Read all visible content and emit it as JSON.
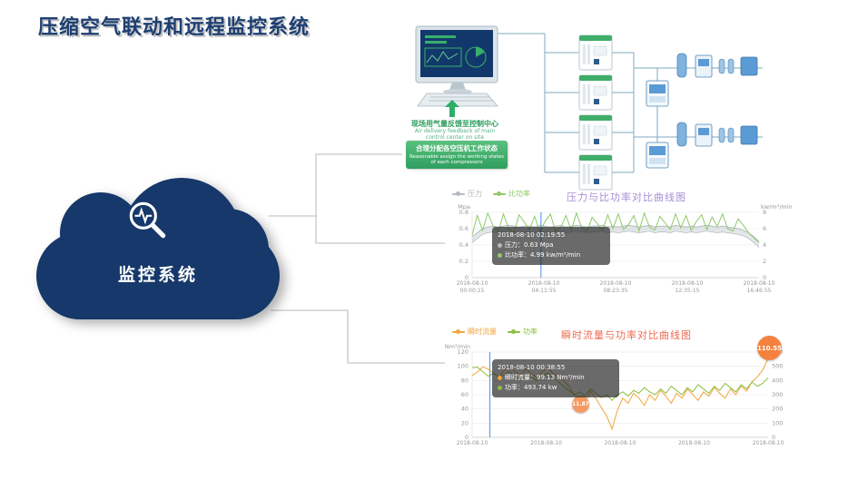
{
  "page": {
    "title": "压缩空气联动和远程监控系统"
  },
  "cloud": {
    "label": "监控系统",
    "color": "#16386a",
    "icon": "magnifier-pulse-icon"
  },
  "diagram": {
    "feedback_cn": "现场用气量反馈至控制中心",
    "feedback_en": "Air delivery feedback of main control center on site",
    "assign_cn": "合理分配各空压机工作状态",
    "assign_en": "Reasonable assign the working states of each compressors"
  },
  "chart_data": [
    {
      "type": "line",
      "title": "压力与比功率对比曲线图",
      "title_color": "#a58fd6",
      "legend_position": "top-left",
      "grid": true,
      "x_labels": [
        "2018-08-10|00:00:15",
        "2018-08-10|04:11:55",
        "2018-08-10|08:23:35",
        "2018-08-10|12:35:15",
        "2018-08-10|16:46:55"
      ],
      "left_axis": {
        "unit": "Mpa",
        "min": 0,
        "max": 0.8,
        "ticks": [
          0,
          0.2,
          0.4,
          0.6,
          0.8
        ]
      },
      "right_axis": {
        "unit": "kw/m³/min",
        "min": 0,
        "max": 8,
        "ticks": [
          0,
          2,
          4,
          6,
          8
        ]
      },
      "cursor_frac": 0.24,
      "series": [
        {
          "name": "压力",
          "axis": "left",
          "color": "#b3b9bf",
          "band": 0.07,
          "values": [
            0.5,
            0.55,
            0.6,
            0.62,
            0.63,
            0.62,
            0.63,
            0.64,
            0.63,
            0.62,
            0.63,
            0.63,
            0.62,
            0.64,
            0.63,
            0.62,
            0.63,
            0.64,
            0.62,
            0.63,
            0.64,
            0.63,
            0.62,
            0.63,
            0.63,
            0.64,
            0.62,
            0.63,
            0.62,
            0.63,
            0.64,
            0.63,
            0.62,
            0.63,
            0.64,
            0.62,
            0.63,
            0.63,
            0.62,
            0.64,
            0.63,
            0.62,
            0.63,
            0.62,
            0.63,
            0.64,
            0.63,
            0.62,
            0.63,
            0.62,
            0.61,
            0.6,
            0.58,
            0.55,
            0.5,
            0.44
          ]
        },
        {
          "name": "比功率",
          "axis": "right",
          "color": "#8fc96a",
          "values": [
            5.2,
            7.6,
            5.8,
            7.9,
            6.4,
            5.6,
            7.8,
            6.0,
            5.5,
            7.7,
            6.8,
            5.9,
            7.5,
            5.6,
            6.9,
            7.8,
            5.7,
            6.2,
            7.6,
            5.8,
            7.9,
            6.1,
            5.6,
            7.4,
            6.6,
            5.8,
            7.7,
            6.0,
            7.8,
            5.9,
            6.5,
            7.6,
            5.7,
            7.9,
            6.2,
            5.8,
            7.5,
            6.7,
            5.9,
            7.8,
            6.1,
            7.6,
            5.8,
            6.9,
            7.7,
            5.9,
            7.4,
            6.3,
            7.8,
            6.0,
            5.7,
            7.2,
            6.4,
            5.5,
            4.9,
            4.3
          ]
        }
      ],
      "tooltip": {
        "line1": "2018-08-10 02:19:55",
        "line2": "压力：0.63 Mpa",
        "line3": "比功率：4.99 kw/m³/min"
      }
    },
    {
      "type": "line",
      "title": "瞬时流量与功率对比曲线图",
      "title_color": "#ee6a50",
      "legend_position": "top-left",
      "grid": true,
      "x_labels": [
        "2018-08-10",
        "2018-08-10",
        "2018-08-10",
        "2018-08-10",
        "2018-08-10"
      ],
      "left_axis": {
        "unit": "Nm³/min",
        "min": 0,
        "max": 120,
        "ticks": [
          0,
          20,
          40,
          60,
          80,
          100,
          120
        ]
      },
      "right_axis": {
        "unit": "",
        "min": 0,
        "max": 600,
        "ticks": [
          0,
          100,
          200,
          300,
          400,
          500,
          600
        ]
      },
      "cursor_frac": 0.06,
      "series": [
        {
          "name": "瞬时流量",
          "axis": "left",
          "color": "#f2a53c",
          "values": [
            87,
            92,
            99.13,
            96,
            90,
            85,
            95,
            100,
            92,
            88,
            96,
            90,
            84,
            92,
            98,
            90,
            85,
            80,
            72,
            60,
            55,
            48,
            65,
            55,
            42,
            30,
            11.87,
            38,
            55,
            48,
            62,
            55,
            45,
            60,
            52,
            66,
            58,
            48,
            62,
            55,
            68,
            60,
            52,
            64,
            58,
            70,
            62,
            55,
            68,
            60,
            72,
            65,
            78,
            85,
            95,
            110.55
          ]
        },
        {
          "name": "功率",
          "axis": "right",
          "color": "#8cbf3f",
          "values": [
            490,
            493.74,
            460,
            430,
            450,
            420,
            440,
            460,
            430,
            410,
            440,
            420,
            400,
            430,
            450,
            420,
            390,
            360,
            330,
            300,
            320,
            290,
            340,
            310,
            280,
            300,
            260,
            300,
            320,
            290,
            330,
            310,
            350,
            320,
            300,
            340,
            310,
            360,
            330,
            300,
            350,
            320,
            370,
            340,
            310,
            360,
            330,
            380,
            350,
            320,
            370,
            340,
            390,
            360,
            380,
            420
          ]
        }
      ],
      "tooltip": {
        "line1": "2018-08-10 00:38:55",
        "line2": "瞬时流量：99.13 Nm³/min",
        "line3": "功率：493.74 kw"
      },
      "markers": {
        "max": "110.55",
        "min": "11.87"
      }
    }
  ]
}
